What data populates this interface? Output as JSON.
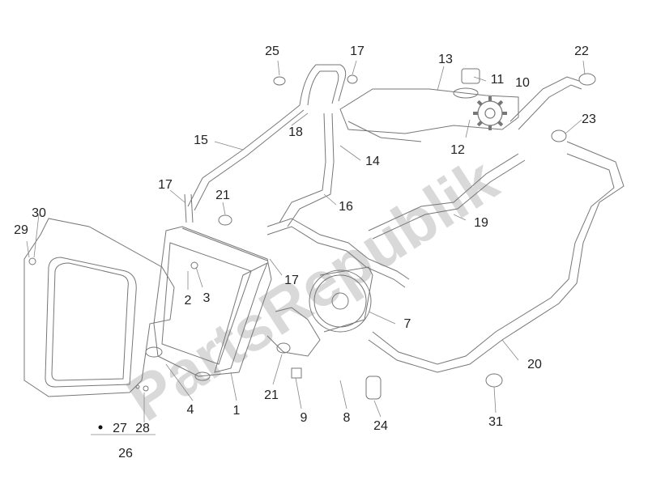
{
  "diagram": {
    "watermark": "PartsRepublik",
    "labels": {
      "p1": "1",
      "p2": "2",
      "p3": "3",
      "p4": "4",
      "p7": "7",
      "p8": "8",
      "p9": "9",
      "p10": "10",
      "p11": "11",
      "p12": "12",
      "p13": "13",
      "p14": "14",
      "p15": "15",
      "p16": "16",
      "p17a": "17",
      "p17b": "17",
      "p17c": "17",
      "p18": "18",
      "p19": "19",
      "p20": "20",
      "p21a": "21",
      "p21b": "21",
      "p22": "22",
      "p23": "23",
      "p24": "24",
      "p25": "25",
      "p26": "26",
      "p27": "27",
      "p28": "28",
      "p29": "29",
      "p30": "30",
      "p31": "31"
    },
    "colors": {
      "line": "#777777",
      "label": "#222222",
      "watermark": "#d9d9d9",
      "dot": "#111111"
    },
    "icons": [
      "gear-icon"
    ]
  }
}
